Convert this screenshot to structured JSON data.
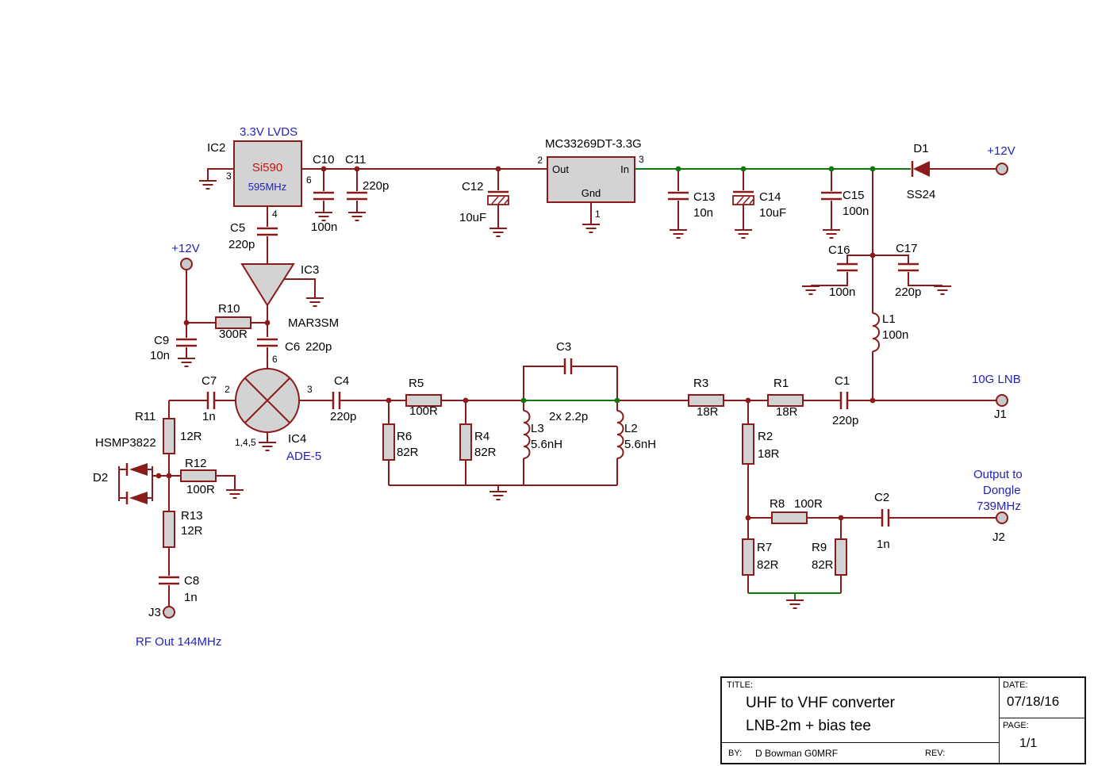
{
  "nets": {
    "lvds": "3.3V LVDS",
    "p12v_top": "+12V",
    "p12v_left": "+12V",
    "lnb": "10G LNB",
    "dongle1": "Output to",
    "dongle2": "Dongle",
    "dongle3": "739MHz",
    "rfout": "RF Out 144MHz"
  },
  "pins": {
    "ic2_3": "3",
    "ic2_6": "6",
    "ic2_4": "4",
    "reg_2": "2",
    "reg_3": "3",
    "reg_1": "1",
    "ic4_6": "6",
    "ic4_2": "2",
    "ic4_3": "3",
    "ic4_145": "1,4,5"
  },
  "c": {
    "IC2": {
      "r": "IC2",
      "p": "Si590",
      "f": "595MHz"
    },
    "IC3": {
      "r": "IC3",
      "p": "MAR3SM"
    },
    "IC4": {
      "r": "IC4",
      "p": "ADE-5"
    },
    "REG": {
      "p": "MC33269DT-3.3G",
      "out": "Out",
      "in": "In",
      "gnd": "Gnd"
    },
    "D1": {
      "r": "D1",
      "p": "SS24"
    },
    "D2": {
      "r": "D2",
      "p": "HSMP3822"
    },
    "L1": {
      "r": "L1",
      "v": "100n"
    },
    "L2": {
      "r": "L2",
      "v": "5.6nH"
    },
    "L3": {
      "r": "L3",
      "v": "5.6nH"
    },
    "C1": {
      "r": "C1",
      "v": "220p"
    },
    "C2": {
      "r": "C2",
      "v": "1n"
    },
    "C3": {
      "r": "C3",
      "v": "2x 2.2p"
    },
    "C4": {
      "r": "C4",
      "v": "220p"
    },
    "C5": {
      "r": "C5",
      "v": "220p"
    },
    "C6": {
      "r": "C6",
      "v": "220p"
    },
    "C7": {
      "r": "C7",
      "v": "1n"
    },
    "C8": {
      "r": "C8",
      "v": "1n"
    },
    "C9": {
      "r": "C9",
      "v": "10n"
    },
    "C10": {
      "r": "C10",
      "v": "100n"
    },
    "C11": {
      "r": "C11",
      "v": "220p"
    },
    "C12": {
      "r": "C12",
      "v": "10uF"
    },
    "C13": {
      "r": "C13",
      "v": "10n"
    },
    "C14": {
      "r": "C14",
      "v": "10uF"
    },
    "C15": {
      "r": "C15",
      "v": "100n"
    },
    "C16": {
      "r": "C16",
      "v": "100n"
    },
    "C17": {
      "r": "C17",
      "v": "220p"
    },
    "R1": {
      "r": "R1",
      "v": "18R"
    },
    "R2": {
      "r": "R2",
      "v": "18R"
    },
    "R3": {
      "r": "R3",
      "v": "18R"
    },
    "R4": {
      "r": "R4",
      "v": "82R"
    },
    "R5": {
      "r": "R5",
      "v": "100R"
    },
    "R6": {
      "r": "R6",
      "v": "82R"
    },
    "R7": {
      "r": "R7",
      "v": "82R"
    },
    "R8": {
      "r": "R8",
      "v": "100R"
    },
    "R9": {
      "r": "R9",
      "v": "82R"
    },
    "R10": {
      "r": "R10",
      "v": "300R"
    },
    "R11": {
      "r": "R11",
      "v": "12R"
    },
    "R12": {
      "r": "R12",
      "v": "100R"
    },
    "R13": {
      "r": "R13",
      "v": "12R"
    },
    "J1": {
      "r": "J1"
    },
    "J2": {
      "r": "J2"
    },
    "J3": {
      "r": "J3"
    }
  },
  "tb": {
    "title_label": "TITLE:",
    "title1": "UHF to VHF converter",
    "title2": "LNB-2m + bias tee",
    "by_label": "BY:",
    "by": "D Bowman G0MRF",
    "rev_label": "REV:",
    "date_label": "DATE:",
    "date": "07/18/16",
    "page_label": "PAGE:",
    "page": "1/1"
  }
}
